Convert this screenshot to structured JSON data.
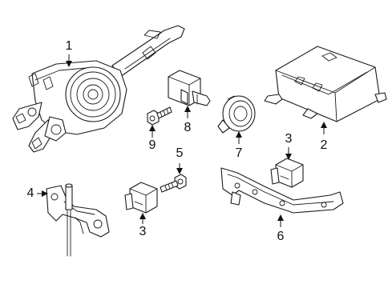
{
  "callouts": {
    "c1": "1",
    "c2": "2",
    "c3a": "3",
    "c3b": "3",
    "c4": "4",
    "c5": "5",
    "c6": "6",
    "c7": "7",
    "c8": "8",
    "c9": "9"
  },
  "colors": {
    "line": "#1a1a1a",
    "background": "#ffffff"
  }
}
